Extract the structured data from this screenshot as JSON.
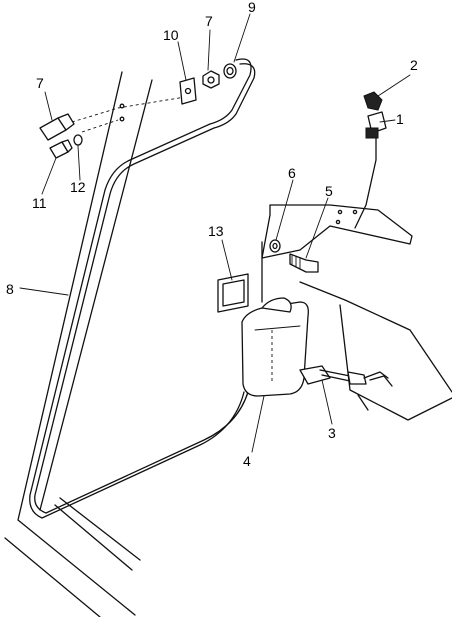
{
  "callouts": [
    {
      "id": "1",
      "label": "1"
    },
    {
      "id": "2",
      "label": "2"
    },
    {
      "id": "3",
      "label": "3"
    },
    {
      "id": "4",
      "label": "4"
    },
    {
      "id": "5",
      "label": "5"
    },
    {
      "id": "6",
      "label": "6"
    },
    {
      "id": "7a",
      "label": "7"
    },
    {
      "id": "7b",
      "label": "7"
    },
    {
      "id": "8",
      "label": "8"
    },
    {
      "id": "9",
      "label": "9"
    },
    {
      "id": "10",
      "label": "10"
    },
    {
      "id": "11",
      "label": "11"
    },
    {
      "id": "12",
      "label": "12"
    },
    {
      "id": "13",
      "label": "13"
    }
  ]
}
